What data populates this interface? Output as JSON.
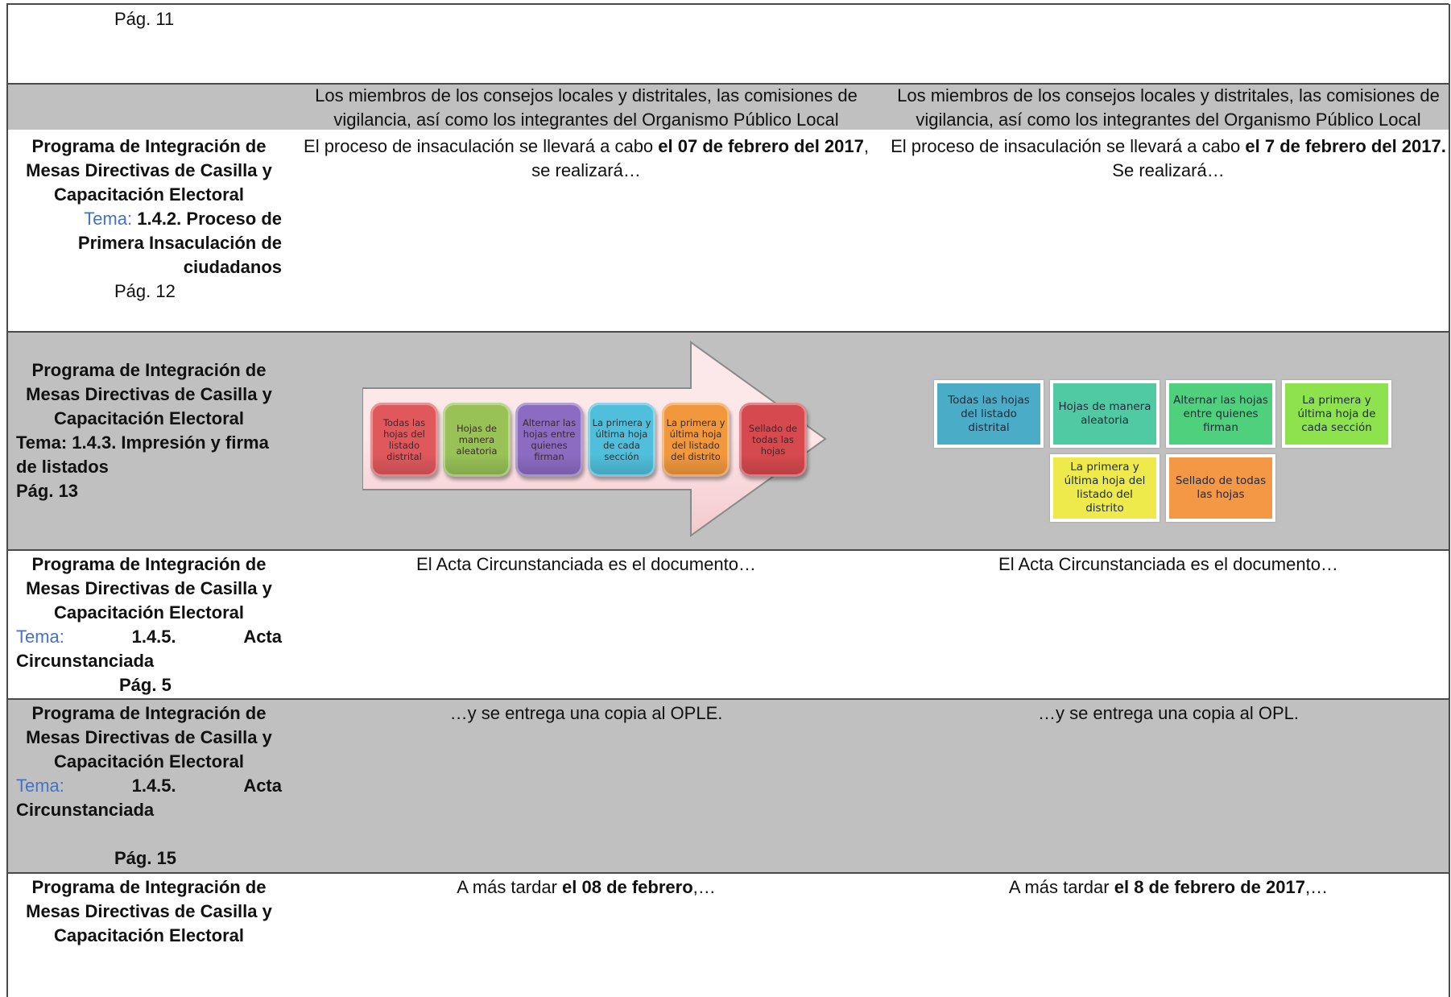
{
  "rows": [
    {
      "id": "row-page-11",
      "col0": {
        "pag": "Pág. 11"
      }
    },
    {
      "id": "row-header",
      "col1": "Los miembros de los consejos locales y distritales, las comisiones de vigilancia, así como los integrantes  del Organismo Público Local",
      "col2": "Los miembros de los consejos locales y distritales, las comisiones de vigilancia, así como los integrantes  del Organismo Público Local"
    },
    {
      "id": "row-insaculacion",
      "col0": {
        "program": "Programa de Integración de Mesas Directivas de Casilla y Capacitación Electoral",
        "tema_label": "Tema:",
        "tema_line1": "1.4.2. Proceso de",
        "tema_line2": "Primera Insaculación de",
        "tema_line3": "ciudadanos",
        "pag": "Pág. 12"
      },
      "col1": {
        "pre": "El proceso de insaculación se llevará a cabo ",
        "bold": "el 07 de febrero del 2017",
        "post": ", se realizará…"
      },
      "col2": {
        "pre": "El proceso de insaculación se llevará a cabo ",
        "bold": "el 7 de febrero del 2017.",
        "post": " Se realizará…"
      }
    },
    {
      "id": "row-impresion",
      "col0": {
        "program": "Programa de Integración de Mesas Directivas de Casilla y Capacitación Electoral",
        "tema_line1": "Tema: 1.4.3. Impresión y firma",
        "tema_line2": "de listados",
        "pag": "Pág. 13"
      },
      "col1_diagram": [
        {
          "label": "Todas las hojas del listado distrital",
          "color": "#e0585c"
        },
        {
          "label": "Hojas de manera aleatoria",
          "color": "#98c256"
        },
        {
          "label": "Alternar las hojas entre quienes firman",
          "color": "#8c6cc2"
        },
        {
          "label": "La primera y última hoja de cada sección",
          "color": "#4fbfdc"
        },
        {
          "label": "La primera y última hoja del listado del distrito",
          "color": "#f2983c"
        },
        {
          "label": "Sellado de todas las hojas",
          "color": "#d6494e"
        }
      ],
      "col2_diagram": [
        {
          "label": "Todas las hojas del listado distrital",
          "color": "#4aacc6"
        },
        {
          "label": "Hojas de manera aleatoria",
          "color": "#4fcaa2"
        },
        {
          "label": "Alternar las hojas entre quienes firman",
          "color": "#4fd07c"
        },
        {
          "label": "La primera y última hoja de cada sección",
          "color": "#8ee24e"
        },
        {
          "label": "La primera y última hoja del listado del distrito",
          "color": "#eeea4c"
        },
        {
          "label": "Sellado de todas las hojas",
          "color": "#f49846"
        }
      ]
    },
    {
      "id": "row-acta-5",
      "col0": {
        "program": "Programa de Integración de Mesas Directivas de Casilla y Capacitación Electoral",
        "tema_label": "Tema:",
        "tema_num": "1.4.5.",
        "tema_word": "Acta",
        "tema_line2": "Circunstanciada",
        "pag": "Pág. 5"
      },
      "col1": "El Acta Circunstanciada  es el documento…",
      "col2": "El Acta Circunstanciada es el documento…"
    },
    {
      "id": "row-acta-15",
      "col0": {
        "program": "Programa de Integración de Mesas Directivas de Casilla y Capacitación Electoral",
        "tema_label": "Tema:",
        "tema_num": "1.4.5.",
        "tema_word": "Acta",
        "tema_line2": "Circunstanciada",
        "pag": "Pág. 15"
      },
      "col1": "…y se entrega una copia al OPLE.",
      "col2": "…y se entrega una copia al OPL."
    },
    {
      "id": "row-febrero",
      "col0": {
        "program": "Programa de Integración de Mesas Directivas de Casilla y Capacitación Electoral"
      },
      "col1": {
        "pre": "A más tardar ",
        "bold": "el 08 de febrero",
        "post": ",…"
      },
      "col2": {
        "pre": "A más tardar ",
        "bold": "el 8 de febrero de 2017",
        "post": ",…"
      }
    }
  ]
}
